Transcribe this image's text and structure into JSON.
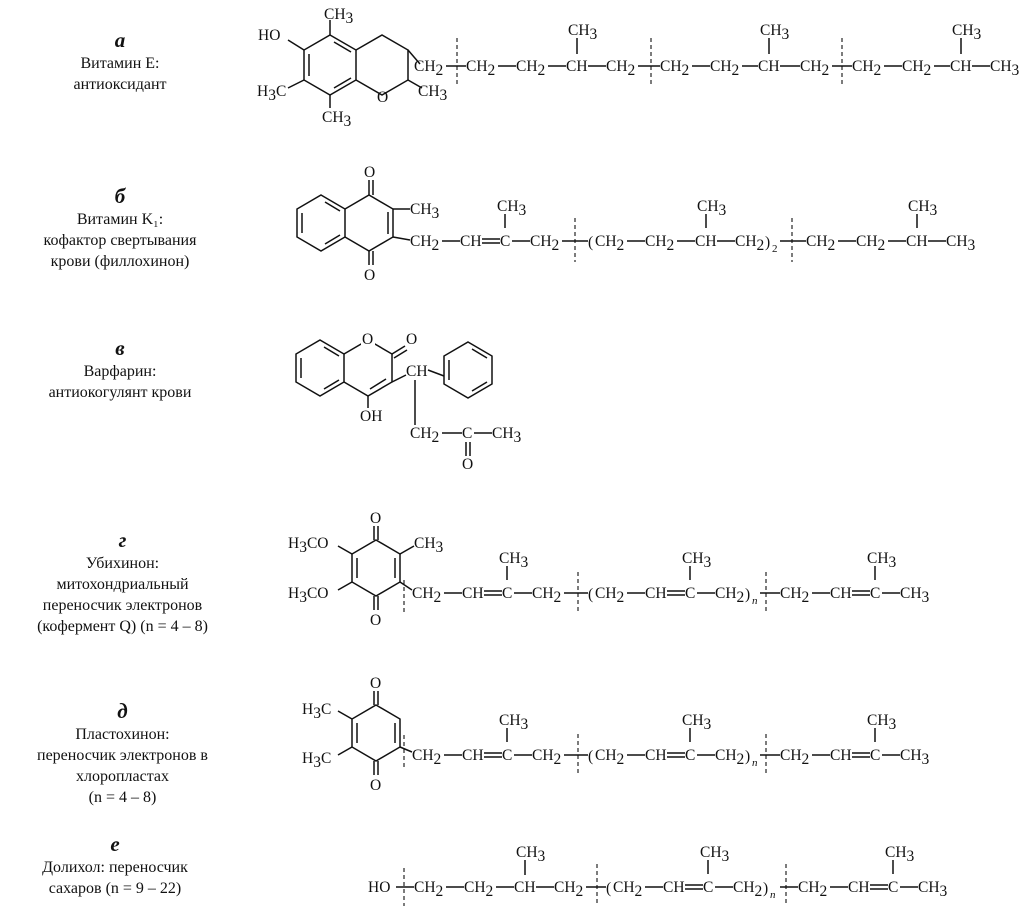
{
  "entries": [
    {
      "letter": "а",
      "lines": [
        "Витамин E:",
        "антиоксидант"
      ]
    },
    {
      "letter": "б",
      "lines": [
        "Витамин K₁:",
        "кофактор свертывания",
        "крови (филлохинон)"
      ]
    },
    {
      "letter": "в",
      "lines": [
        "Варфарин:",
        "антиокогулянт крови"
      ]
    },
    {
      "letter": "г",
      "lines": [
        "Убихинон:",
        "митохондриальный",
        "переносчик электронов",
        "(кофермент Q) (n = 4 – 8)"
      ]
    },
    {
      "letter": "д",
      "lines": [
        "Пластохинон:",
        "переносчик электронов в",
        "хлоропластах",
        "(n = 4 – 8)"
      ]
    },
    {
      "letter": "е",
      "lines": [
        "Долихол: переносчик",
        "сахаров (n = 9 – 22)"
      ]
    }
  ],
  "chem": {
    "ho": "HO",
    "oh": "OH",
    "ring_o": "O",
    "keto_o": "O",
    "ch3": "CH",
    "h3c": "H",
    "h3co": "H",
    "ch2": "CH",
    "ch": "CH",
    "c": "C",
    "sub2": "2",
    "sub3": "3",
    "n": "n",
    "ho_end": "HO"
  }
}
